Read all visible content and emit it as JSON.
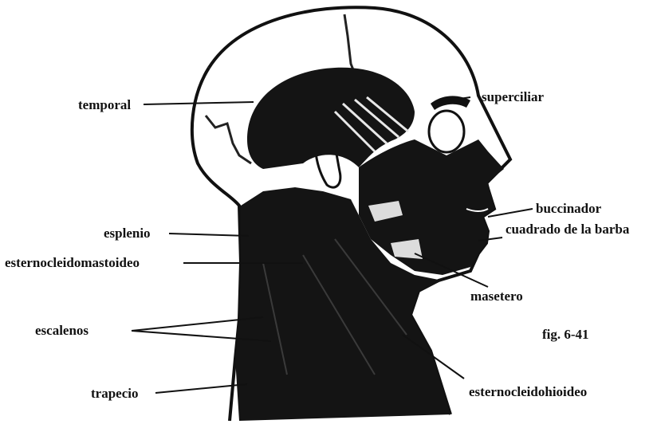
{
  "labels": {
    "temporal": "temporal",
    "superciliar": "superciliar",
    "buccinador": "buccinador",
    "cuadrado": "cuadrado de la barba",
    "esplenio": "esplenio",
    "esterno_mastoideo": "esternocleidomastoideo",
    "masetero": "masetero",
    "escalenos": "escalenos",
    "trapecio": "trapecio",
    "esterno_hioideo": "esternocleidohioideo"
  },
  "figure_number": "fig. 6-41",
  "colors": {
    "ink": "#111111",
    "paper": "#ffffff",
    "muscle": "#141414",
    "tendon": "#e8e8e8"
  }
}
